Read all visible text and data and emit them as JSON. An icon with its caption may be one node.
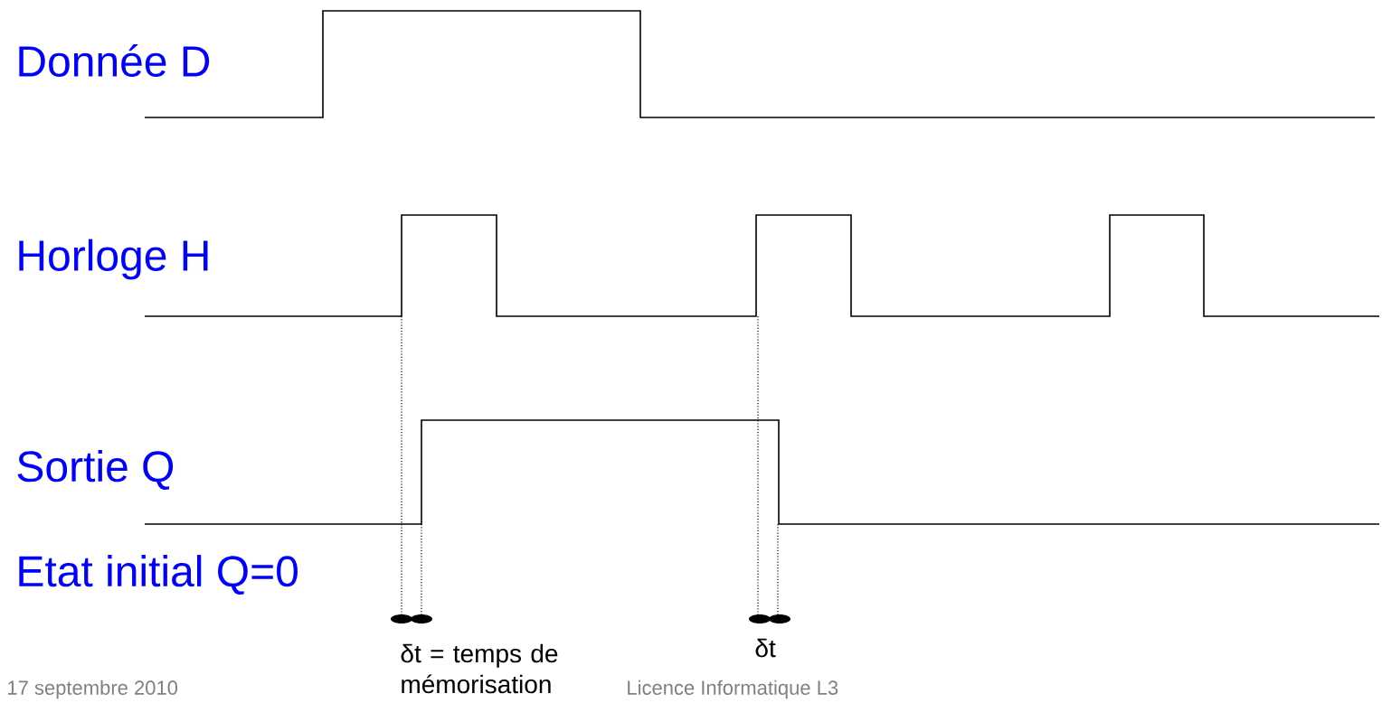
{
  "diagram": {
    "labels": [
      "Donnée D",
      "Horloge H",
      "Sortie Q",
      "Etat initial Q=0",
      "δt = temps de mémorisation",
      "δt",
      "17 septembre 2010",
      "Licence Informatique L3"
    ]
  }
}
